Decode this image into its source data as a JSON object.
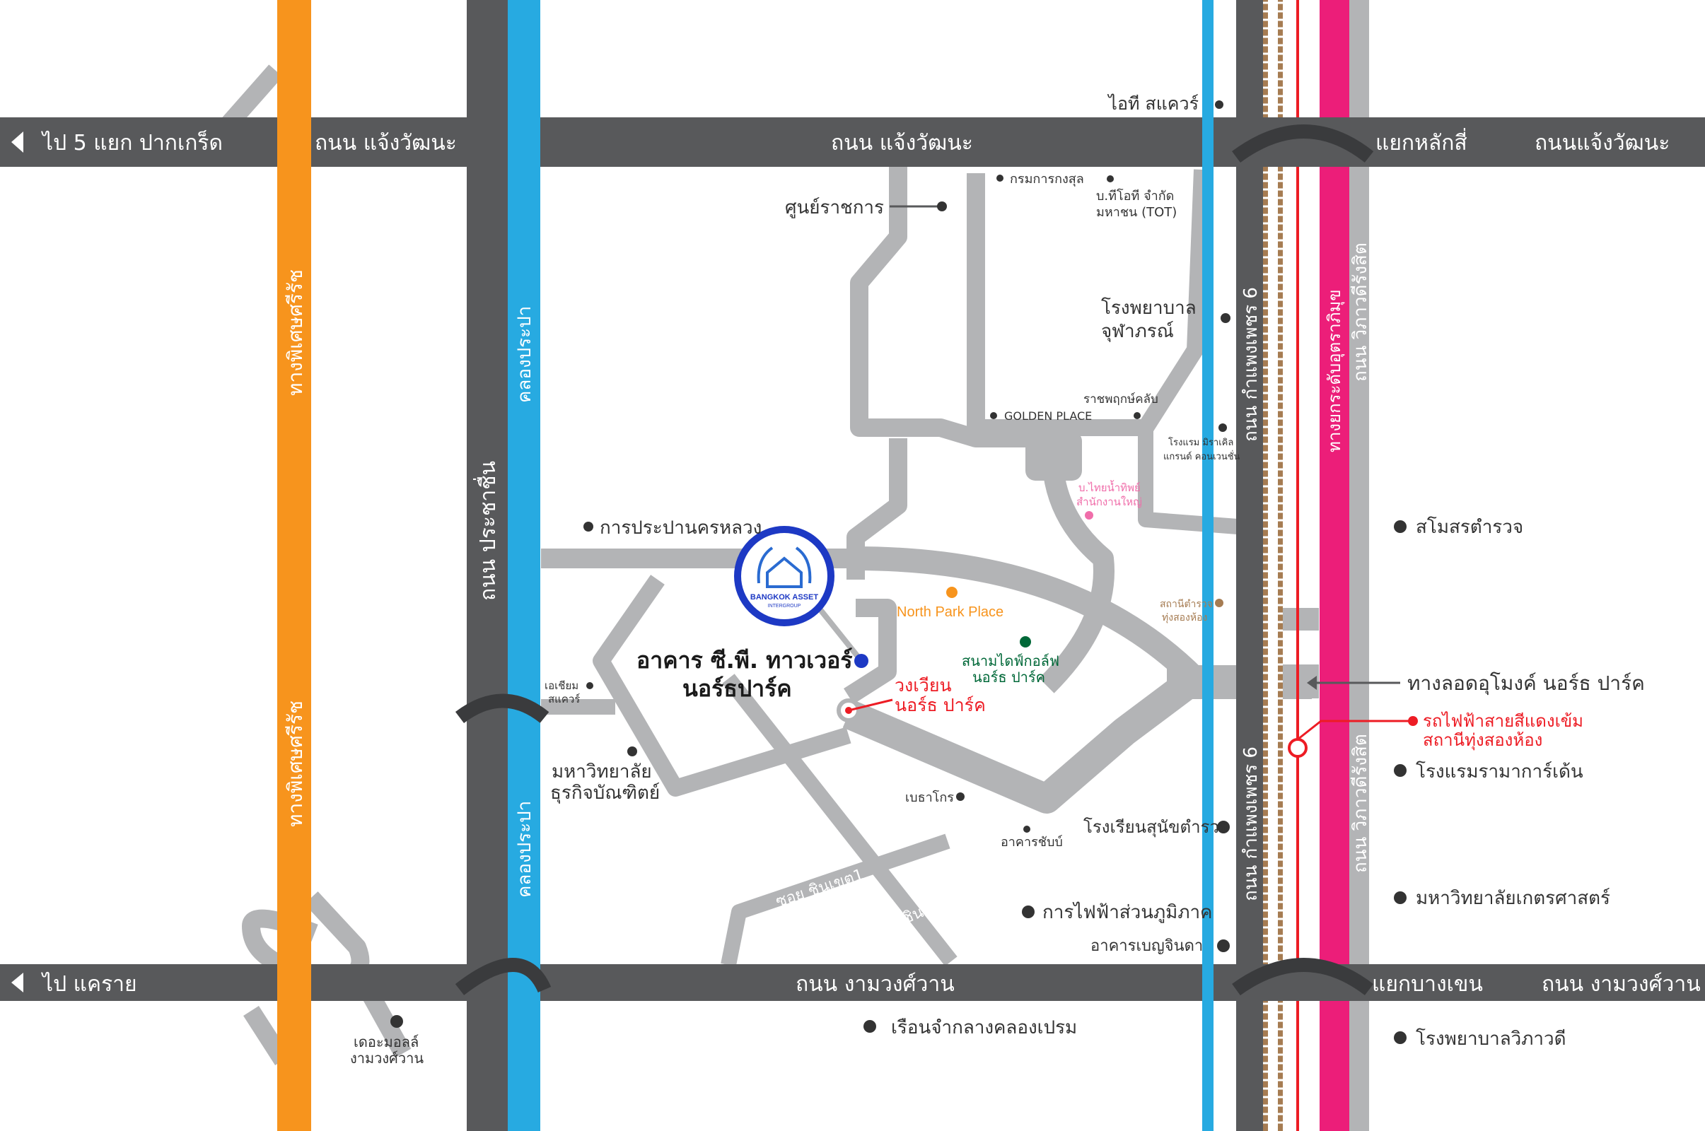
{
  "colors": {
    "main_road": "#58595b",
    "minor_road": "#b3b4b6",
    "canal": "#27aae1",
    "expressway": "#f7941d",
    "tollway": "#ec1e79",
    "rail_red": "#ed1c24",
    "marker_blue": "#1d39c4",
    "dot": "#333333",
    "pink_dot": "#f06eaa",
    "orange_dot": "#f7941d",
    "green_dot": "#006838",
    "brown_dot": "#a67c52"
  },
  "roads": {
    "chaeng_wattana_west": "ไป 5 แยก ปากเกร็ด",
    "chaeng_wattana_a": "ถนน แจ้งวัฒนะ",
    "chaeng_wattana_b": "ถนน แจ้งวัฒนะ",
    "lak_si_junction": "แยกหลักสี่",
    "chaeng_wattana_east": "ถนนแจ้งวัฒนะ",
    "ngam_wong_wan_west": "ไป แคราย",
    "ngam_wong_wan": "ถนน งามวงศ์วาน",
    "bang_khen_junction": "แยกบางเขน",
    "ngam_wong_wan_east": "ถนน งามวงศ์วาน",
    "si_rat_expressway_upper": "ทางพิเศษศรีรัช",
    "si_rat_expressway_lower": "ทางพิเศษศรีรัช",
    "prachachuen": "ถนน ประชาชื่น",
    "prapa_canal_upper": "คลองประปา",
    "prapa_canal_lower": "คลองประปา",
    "kamphaeng_phet_6_upper": "ถนน กำแพงเพชร 6",
    "kamphaeng_phet_6_lower": "ถนน กำแพงเพชร 6",
    "uttaraphimuk_tollway": "ทางยกระดับอุตราภิมุข",
    "vibhavadi_upper": "ถนน วิภาวดีรังสิต",
    "vibhavadi_lower": "ถนน วิภาวดีรังสิต",
    "soi_chinnakhet_1": "ซอย ชินเขต1",
    "soi_chinnakhet_2": "ซอย ชินเขต2",
    "north_park_tunnel": "ทางลอดอุโมงค์ นอร์ธ ปาร์ค"
  },
  "logo": {
    "brand": "BANGKOK ASSET",
    "sub": "INTERGROUP"
  },
  "building": {
    "line1": "อาคาร ซี.พี. ทาวเวอร์",
    "line2": "นอร์ธปาร์ค"
  },
  "roundabout": {
    "line1": "วงเวียน",
    "line2": "นอร์ธ ปาร์ค"
  },
  "train": {
    "line1": "รถไฟฟ้าสายสีแดงเข้ม",
    "line2": "สถานีทุ่งสองห้อง"
  },
  "places": {
    "it_square": "ไอที สแควร์",
    "government_center": "ศูนย์ราชการ",
    "rights_dept": "กรมการกงสุล",
    "tot_line1": "บ.ทีโอที จำกัด",
    "tot_line2": "มหาชน (TOT)",
    "chulabhorn_line1": "โรงพยาบาล",
    "chulabhorn_line2": "จุฬาภรณ์",
    "royal_club": "ราชพฤกษ์คลับ",
    "golden_place": "GOLDEN PLACE",
    "hotel_line1": "โรงแรม มิราเคิล",
    "hotel_line2": "แกรนด์ คอนเวนชั่น",
    "waterworks_pink_line1": "บ.ไทยน้ำทิพย์",
    "waterworks_pink_line2": "สำนักงานใหญ่",
    "mwa": "การประปานครหลวง",
    "north_park_place": "North Park Place",
    "golf_line1": "สนามไดฟ์กอล์ฟ",
    "golf_line2": "นอร์ธ ปาร์ค",
    "police_station_line1": "สถานีตำรวจ",
    "police_station_line2": "ทุ่งสองห้อง",
    "police_club": "สโมสรตำรวจ",
    "amarin_line1": "เอเชียม",
    "amarin_line2": "สแควร์",
    "dpu_line1": "มหาวิทยาลัย",
    "dpu_line2": "ธุรกิจบัณฑิตย์",
    "betagro": "เบธาโกร",
    "police_kinder": "โรงเรียนสุนัขตำรวจ",
    "chap_building": "อาคารชับบ์",
    "rama_gardens": "โรงแรมรามาการ์เด้น",
    "kasetsart": "มหาวิทยาลัยเกตรศาสตร์",
    "pea": "การไฟฟ้าส่วนภูมิภาค",
    "benchinda": "อาคารเบญจินดา",
    "the_mall_line1": "เดอะมอลล์",
    "the_mall_line2": "งามวงศ์วาน",
    "khlong_prem": "เรือนจำกลางคลองเปรม",
    "vibhavadi_hospital": "โรงพยาบาลวิภาวดี"
  }
}
